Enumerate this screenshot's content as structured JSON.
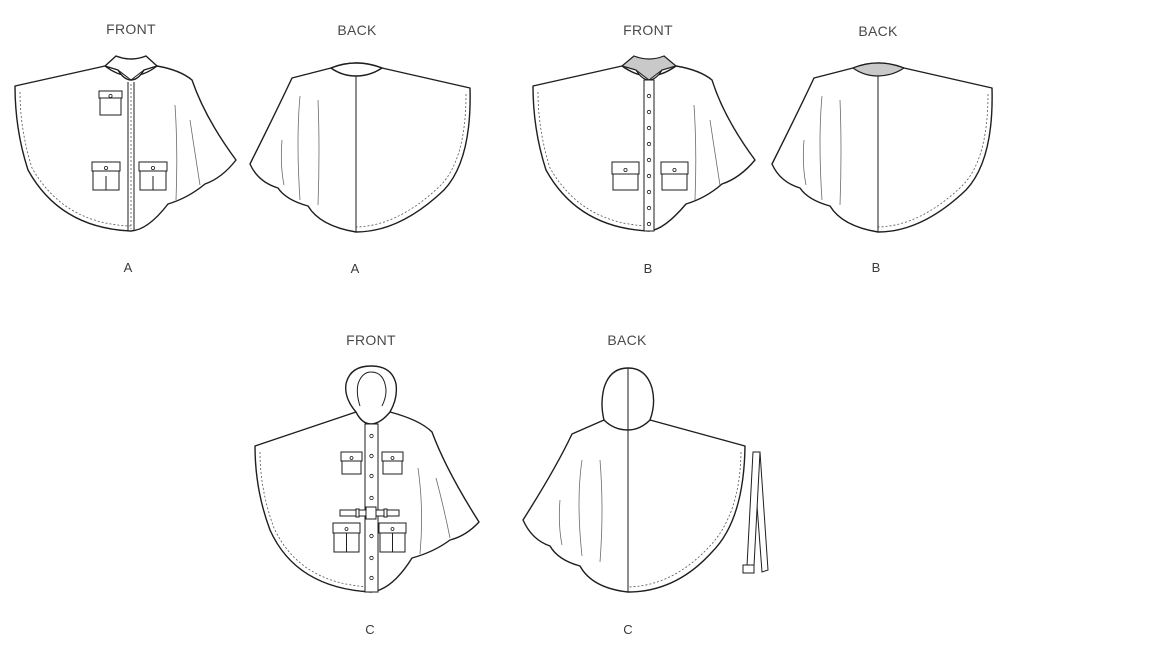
{
  "views": [
    {
      "id": "a-front",
      "side": "FRONT",
      "view": "A"
    },
    {
      "id": "a-back",
      "side": "BACK",
      "view": "A"
    },
    {
      "id": "b-front",
      "side": "FRONT",
      "view": "B"
    },
    {
      "id": "b-back",
      "side": "BACK",
      "view": "B"
    },
    {
      "id": "c-front",
      "side": "FRONT",
      "view": "C"
    },
    {
      "id": "c-back",
      "side": "BACK",
      "view": "C"
    }
  ]
}
